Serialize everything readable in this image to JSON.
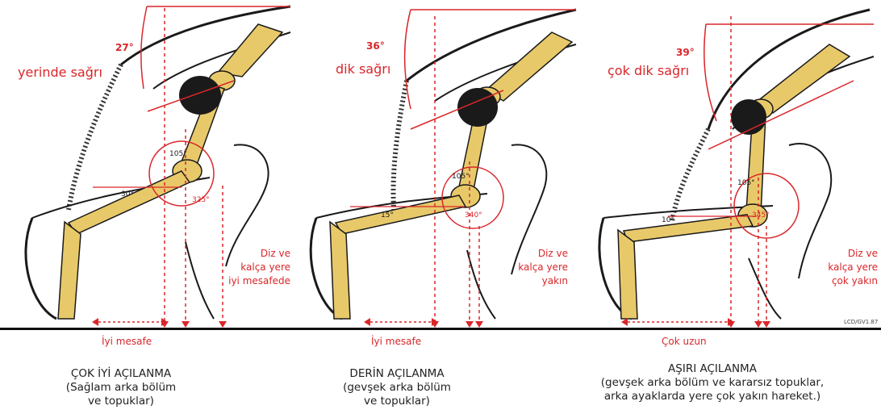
{
  "panels": [
    {
      "top_angle": "27°",
      "croup_label": "yerinde sağrı",
      "knee_angle": "105°",
      "hock_angle": "30°",
      "stifle_angle": "325°",
      "side_note": [
        "Diz ve",
        "kalça yere",
        "iyi mesafede"
      ],
      "distance_label": "İyi mesafe",
      "caption": [
        "ÇOK İYİ AÇILANMA",
        "(Sağlam arka bölüm",
        "ve topuklar)"
      ]
    },
    {
      "top_angle": "36°",
      "croup_label": "dik sağrı",
      "knee_angle": "105°",
      "hock_angle": "15°",
      "stifle_angle": "340°",
      "side_note": [
        "Diz ve",
        "kalça yere",
        "yakın"
      ],
      "distance_label": "İyi mesafe",
      "caption": [
        "DERİN AÇILANMA",
        "(gevşek arka bölüm",
        "ve topuklar)"
      ]
    },
    {
      "top_angle": "39°",
      "croup_label": "çok dik sağrı",
      "knee_angle": "105°",
      "hock_angle": "10°",
      "stifle_angle": "345°",
      "side_note": [
        "Diz ve",
        "kalça yere",
        "çok yakın"
      ],
      "distance_label": "Çok uzun",
      "caption": [
        "AŞIRI AÇILANMA",
        "(gevşek arka bölüm ve kararsız topuklar,",
        "arka ayaklarda yere çok yakın hareket.)"
      ]
    }
  ],
  "credit": "LCD/GV1.87",
  "colors": {
    "accent": "#d9262a",
    "bone": "#e8c96a",
    "outline": "#1a1a1a"
  }
}
